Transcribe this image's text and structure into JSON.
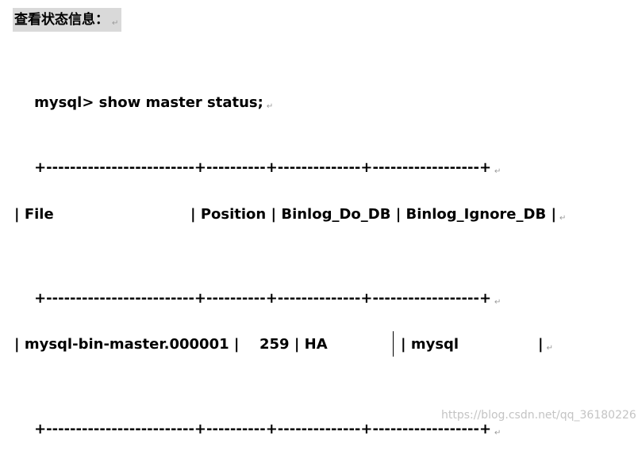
{
  "heading": "查看状态信息：",
  "paragraph_mark": "↵",
  "command": "mysql> show master status;",
  "separator": "+-------------------------+----------+--------------+------------------+",
  "header_row": {
    "file": "| File",
    "rest": "| Position | Binlog_Do_DB | Binlog_Ignore_DB |"
  },
  "data_row": {
    "file": "| mysql-bin-master.000001 |",
    "position": "259 | HA",
    "ignore_db": "| mysql",
    "end": "|"
  },
  "watermark": "https://blog.csdn.net/qq_36180226"
}
